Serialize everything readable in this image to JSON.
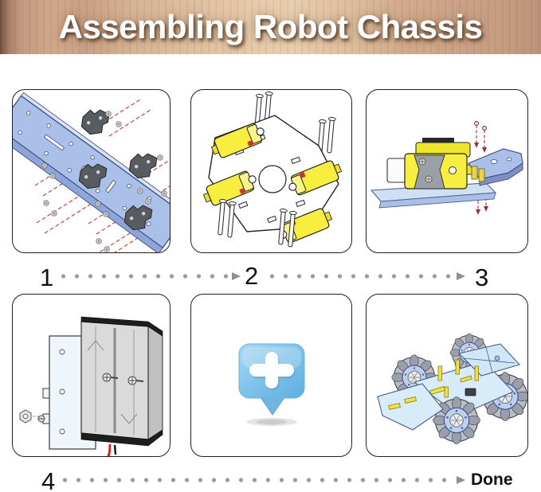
{
  "header": {
    "title": "Assembling Robot Chassis"
  },
  "flow": {
    "step1_label": "1",
    "step2_label": "2",
    "step3_label": "3",
    "step4_label": "4",
    "done_label": "Done"
  },
  "panels": {
    "step1_icon": "chassis-plate-with-motor-brackets",
    "step2_icon": "chassis-with-four-yellow-motors-and-screws",
    "step3_icon": "motor-assembly-on-rail-with-top-plate",
    "step4_icon": "battery-holder-on-mounting-plate",
    "step5_icon": "add-more-plus-bubble",
    "step6_icon": "assembled-mecanum-wheel-robot"
  },
  "colors": {
    "banner_wood_light": "#e8cdae",
    "banner_wood_mid": "#cfa78a",
    "banner_wood_dark": "#6e4c3e",
    "title_text": "#ffffff",
    "panel_border": "#1f1f1f",
    "flow_dot": "#9b9b9b",
    "flow_text": "#111111",
    "chassis_blue": "#abc0e8",
    "motor_yellow": "#f7ee3f",
    "bracket_gray": "#585c61",
    "screw_guide_red": "#c0392b",
    "plus_bubble_blue": "#7ec2ea",
    "wheel_hub_blue": "#bcd0f0",
    "plate_light_blue": "#d8ebf8"
  }
}
